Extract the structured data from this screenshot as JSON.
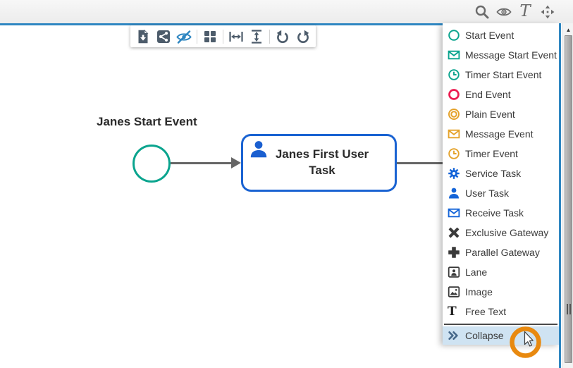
{
  "header": {
    "icons": [
      {
        "name": "search"
      },
      {
        "name": "visibility"
      },
      {
        "name": "text-tool",
        "glyph": "T"
      },
      {
        "name": "move-tool"
      }
    ]
  },
  "floating_toolbar": {
    "buttons": [
      "export-document",
      "share",
      "hide-overlay",
      "grid-view",
      "fit-width",
      "fit-height",
      "undo",
      "redo"
    ]
  },
  "canvas": {
    "start_event_label": "Janes Start Event",
    "task_label": "Janes First User Task"
  },
  "palette": {
    "items": [
      {
        "label": "Start Event"
      },
      {
        "label": "Message Start Event"
      },
      {
        "label": "Timer Start Event"
      },
      {
        "label": "End Event"
      },
      {
        "label": "Plain Event"
      },
      {
        "label": "Message Event"
      },
      {
        "label": "Timer Event"
      },
      {
        "label": "Service Task"
      },
      {
        "label": "User Task"
      },
      {
        "label": "Receive Task"
      },
      {
        "label": "Exclusive Gateway"
      },
      {
        "label": "Parallel Gateway"
      },
      {
        "label": "Lane"
      },
      {
        "label": "Image"
      },
      {
        "label": "Free Text"
      },
      {
        "label": "Collapse"
      }
    ],
    "highlighted_item": "Collapse"
  },
  "colors": {
    "accent_blue_line": "#2e86c1",
    "teal_event": "#0aa48e",
    "red_end_event": "#ec1c51",
    "orange_event": "#e5a32c",
    "blue_task": "#1a63d2",
    "dark_icon": "#3a3a3a",
    "collapse_chevron": "#46688a",
    "highlight_row": "#cfe3f2",
    "toolbar_icon": "#4d5c6b",
    "cursor_ring_orange": "#e8890f",
    "edge_gray": "#666666"
  }
}
